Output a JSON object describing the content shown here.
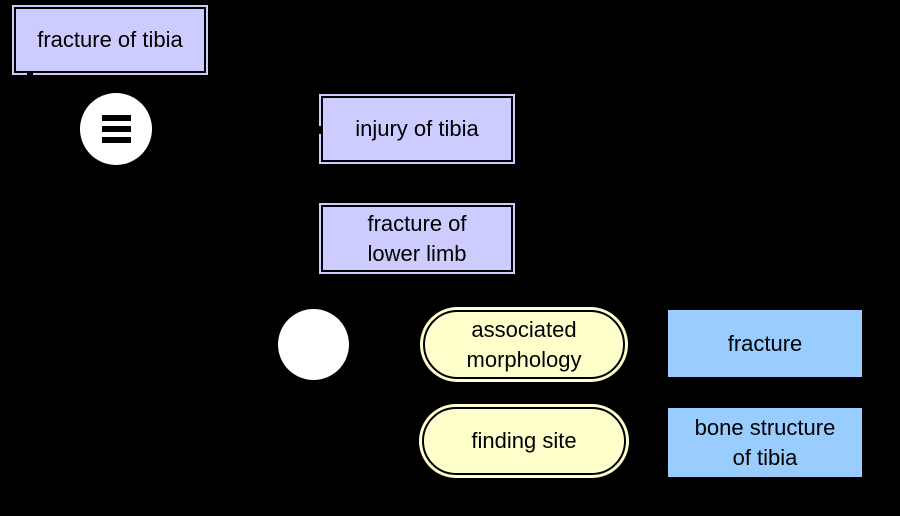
{
  "diagram": {
    "kind": "snomed-concept-definition-diagram",
    "background_color": "#000000",
    "colors": {
      "defined_concept_fill": "#ccccff",
      "attribute_fill": "#ffffcc",
      "target_concept_fill": "#99ccff",
      "node_fill": "#ffffff",
      "border": "#000000",
      "text": "#000000"
    },
    "focus_concept": {
      "label": "fracture of tibia"
    },
    "equivalence_symbol": "≡",
    "parents": [
      {
        "label": "injury of tibia"
      },
      {
        "label": "fracture of lower limb"
      }
    ],
    "role_group": {
      "attributes": [
        {
          "name": "associated morphology",
          "value": "fracture"
        },
        {
          "name": "finding site",
          "value": "bone structure of tibia"
        }
      ]
    }
  }
}
